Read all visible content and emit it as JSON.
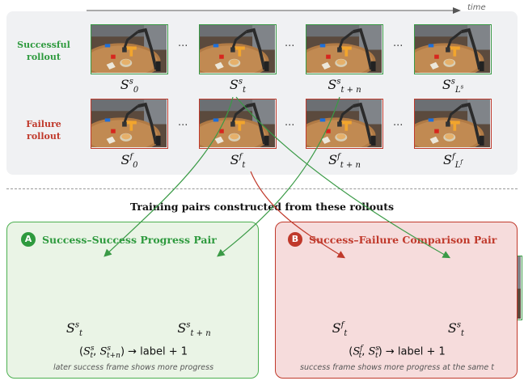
{
  "time_label": "time",
  "rows": {
    "success": {
      "label_line1": "Successful",
      "label_line2": "rollout"
    },
    "failure": {
      "label_line1": "Failure",
      "label_line2": "rollout"
    }
  },
  "dots": "···",
  "frames_success": [
    {
      "base": "S",
      "sup": "s",
      "sub": "0"
    },
    {
      "base": "S",
      "sup": "s",
      "sub": "t"
    },
    {
      "base": "S",
      "sup": "s",
      "sub": "t + n"
    },
    {
      "base": "S",
      "sup": "s",
      "sub": "L"
    }
  ],
  "frames_failure": [
    {
      "base": "S",
      "sup": "f",
      "sub": "0"
    },
    {
      "base": "S",
      "sup": "f",
      "sub": "t"
    },
    {
      "base": "S",
      "sup": "f",
      "sub": "t + n"
    },
    {
      "base": "S",
      "sup": "f",
      "sub": "L"
    }
  ],
  "last_sub_sup": {
    "success": "s",
    "failure": "f"
  },
  "middle_title": "Training pairs constructed from these rollouts",
  "panel_a": {
    "badge": "A",
    "title": "Success–Success Progress Pair",
    "left_sym": {
      "base": "S",
      "sup": "s",
      "sub": "t"
    },
    "right_sym": {
      "base": "S",
      "sup": "s",
      "sub": "t + n"
    },
    "formula_text": "(S",
    "formula_label": "→  label  + 1",
    "formula_pair": "(St s, St+n s)",
    "caption": "later success frame shows more progress"
  },
  "panel_b": {
    "badge": "B",
    "title": "Success–Failure Comparison Pair",
    "left_sym": {
      "base": "S",
      "sup": "f",
      "sub": "t"
    },
    "right_sym": {
      "base": "S",
      "sup": "s",
      "sub": "t"
    },
    "formula_label": "→  label  + 1",
    "caption": "success frame shows more progress at the same t"
  },
  "colors": {
    "success": "#2e9a3e",
    "failure": "#c0392b",
    "panel_a_bg": "#eaf4e6",
    "panel_b_bg": "#f6dcdc"
  }
}
